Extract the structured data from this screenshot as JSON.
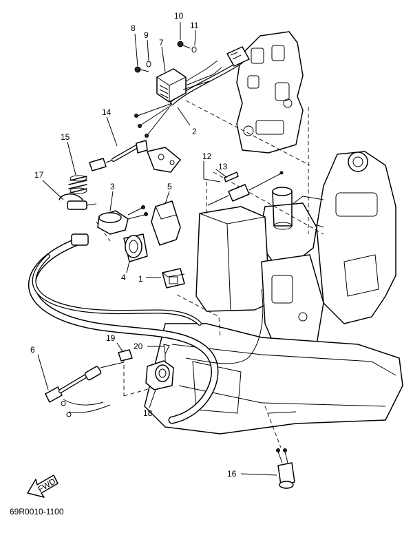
{
  "diagram": {
    "part_numbers": [
      "1",
      "2",
      "3",
      "4",
      "5",
      "6",
      "7",
      "8",
      "9",
      "10",
      "11",
      "12",
      "13",
      "14",
      "15",
      "16",
      "17",
      "18",
      "19",
      "20"
    ],
    "forward_badge": "FWD",
    "drawing_code": "69R0010-1100"
  }
}
